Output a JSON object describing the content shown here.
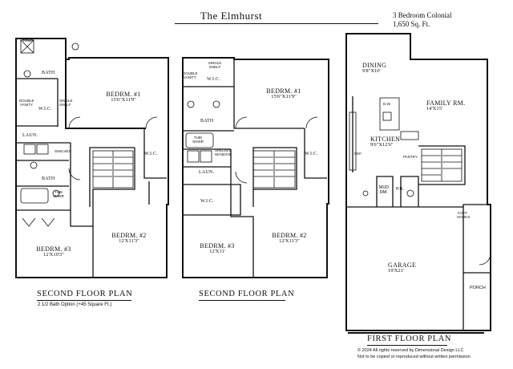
{
  "header": {
    "title": "The Elmhurst",
    "bedrooms": "3 Bedroom Colonial",
    "area": "1,650 Sq. Ft."
  },
  "plans": {
    "second_a": {
      "caption": "SECOND FLOOR PLAN",
      "note": "2 1/2 Bath Option (+45 Square Ft.)",
      "rooms": {
        "bed1": {
          "name": "BEDRM. #1",
          "dims": "15'6\"X11'9\""
        },
        "bed2": {
          "name": "BEDRM. #2",
          "dims": "12'X11'3\""
        },
        "bed3": {
          "name": "BEDRM. #3",
          "dims": "12'X10'3\""
        },
        "bath_top": "BATH",
        "bath_mid": "BATH",
        "wic_left": "W.I.C.",
        "wic_right": "W.I.C.",
        "laun": "LAUN."
      },
      "fixtures": {
        "tower": "TOWR",
        "double_vanity": "DOUBLE VANITY",
        "single_shelf": "SINGLE SHELF",
        "shelves": "SHELVES",
        "tub_shwr": "TUB/ SHWR"
      }
    },
    "second_b": {
      "caption": "SECOND FLOOR PLAN",
      "rooms": {
        "bed1": {
          "name": "BEDRM. #1",
          "dims": "15'6\"X11'9\""
        },
        "bed2": {
          "name": "BEDRM. #2",
          "dims": "12'X11'3\""
        },
        "bed3": {
          "name": "BEDRM. #3",
          "dims": "12'X11'"
        },
        "bath": "BATH",
        "wic_top": "W.I.C.",
        "wic_mid": "W.I.C.",
        "wic_right": "W.I.C.",
        "laun": "LAUN."
      },
      "fixtures": {
        "single_shelf": "SINGLE SHELF",
        "double_vanity": "DOUBLE VANITY",
        "tub_shwr": "TUB/ SHWR",
        "shelves": "SHELVES W/ABOVE"
      }
    },
    "first": {
      "caption": "FIRST FLOOR PLAN",
      "rooms": {
        "dining": {
          "name": "DINING",
          "dims": "9'8\"X10'"
        },
        "family": {
          "name": "FAMILY RM.",
          "dims": "14'X15'"
        },
        "kitchen": {
          "name": "KITCHEN",
          "dims": "9'6\"X12'6\""
        },
        "garage": {
          "name": "GARAGE",
          "dims": "19'X21'"
        },
        "mud": "MUD RM.",
        "pr": "P.R.",
        "porch": "PORCH"
      },
      "fixtures": {
        "dw": "D.W.",
        "ref": "REF.",
        "pantry": "PANTRY",
        "coat": "COAT HOOKS"
      }
    }
  },
  "footer": {
    "copyright": "© 2024 All rights reserved by Dimensional Design LLC",
    "notice": "Not to be copied or reproduced without written permission"
  }
}
